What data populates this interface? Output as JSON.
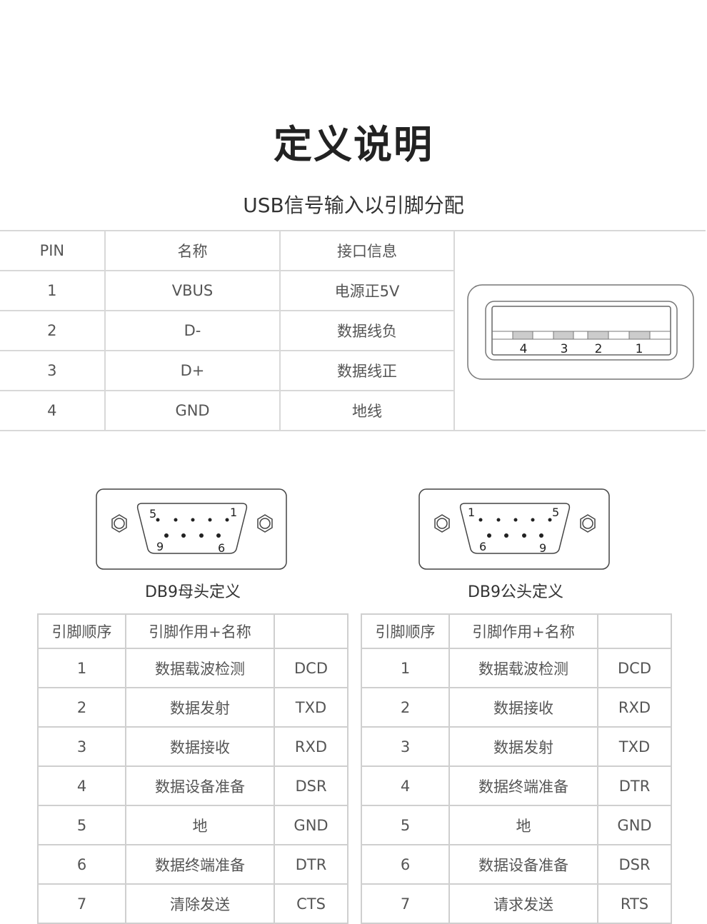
{
  "title": "定义说明",
  "usb": {
    "subtitle": "USB信号输入以引脚分配",
    "headers": [
      "PIN",
      "名称",
      "接口信息"
    ],
    "rows": [
      [
        "1",
        "VBUS",
        "电源正5V"
      ],
      [
        "2",
        "D-",
        "数据线负"
      ],
      [
        "3",
        "D+",
        "数据线正"
      ],
      [
        "4",
        "GND",
        "地线"
      ]
    ],
    "diagram_pins": [
      "4",
      "3",
      "2",
      "1"
    ]
  },
  "db9_female": {
    "label": "DB9母头定义",
    "pins": {
      "top_left": "5",
      "top_right": "1",
      "bottom_left": "9",
      "bottom_right": "6"
    },
    "headers": [
      "引脚顺序",
      "引脚作用+名称",
      ""
    ],
    "rows": [
      [
        "1",
        "数据载波检测",
        "DCD"
      ],
      [
        "2",
        "数据发射",
        "TXD"
      ],
      [
        "3",
        "数据接收",
        "RXD"
      ],
      [
        "4",
        "数据设备准备",
        "DSR"
      ],
      [
        "5",
        "地",
        "GND"
      ],
      [
        "6",
        "数据终端准备",
        "DTR"
      ],
      [
        "7",
        "清除发送",
        "CTS"
      ]
    ]
  },
  "db9_male": {
    "label": "DB9公头定义",
    "pins": {
      "top_left": "1",
      "top_right": "5",
      "bottom_left": "6",
      "bottom_right": "9"
    },
    "headers": [
      "引脚顺序",
      "引脚作用+名称",
      ""
    ],
    "rows": [
      [
        "1",
        "数据载波检测",
        "DCD"
      ],
      [
        "2",
        "数据接收",
        "RXD"
      ],
      [
        "3",
        "数据发射",
        "TXD"
      ],
      [
        "4",
        "数据终端准备",
        "DTR"
      ],
      [
        "5",
        "地",
        "GND"
      ],
      [
        "6",
        "数据设备准备",
        "DSR"
      ],
      [
        "7",
        "请求发送",
        "RTS"
      ]
    ]
  }
}
